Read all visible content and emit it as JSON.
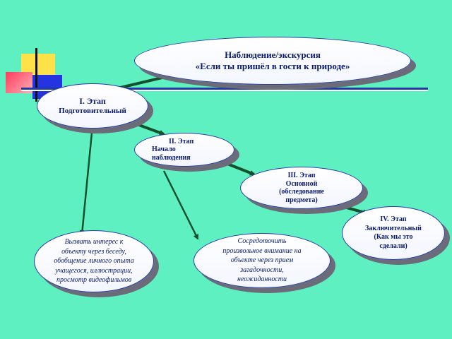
{
  "title": {
    "line1": "Наблюдение/экскурсия",
    "line2": "«Если ты пришёл в гости к природе»"
  },
  "stages": [
    {
      "title": "I. Этап",
      "subtitle": "Подготовительный"
    },
    {
      "title": "II. Этап",
      "line2": "Начало",
      "line3": "наблюдения"
    },
    {
      "title": "III. Этап",
      "line2": "Основной",
      "line3": "(обследование",
      "line4": "предмета)"
    },
    {
      "title": "IV. Этап",
      "line2": "Заключительный",
      "line3": "(Как мы это",
      "line4": "сделали)"
    }
  ],
  "notes": [
    {
      "lines": [
        "Вызвать интерес к",
        "объекту через беседу,",
        "обобщение личного опыта",
        "учащегося, иллюстрации,",
        "просмотр видеофильмов"
      ]
    },
    {
      "lines": [
        "Сосредоточить",
        "произвольное внимание на",
        "объекте через прием",
        "загадочности,",
        "неожиданности"
      ]
    }
  ],
  "colors": {
    "background": "#5ff0c2",
    "node_border": "#2a3aa8",
    "text": "#0a1a6e",
    "arrow": "#14502c",
    "shadow": "#6b6b7a"
  }
}
